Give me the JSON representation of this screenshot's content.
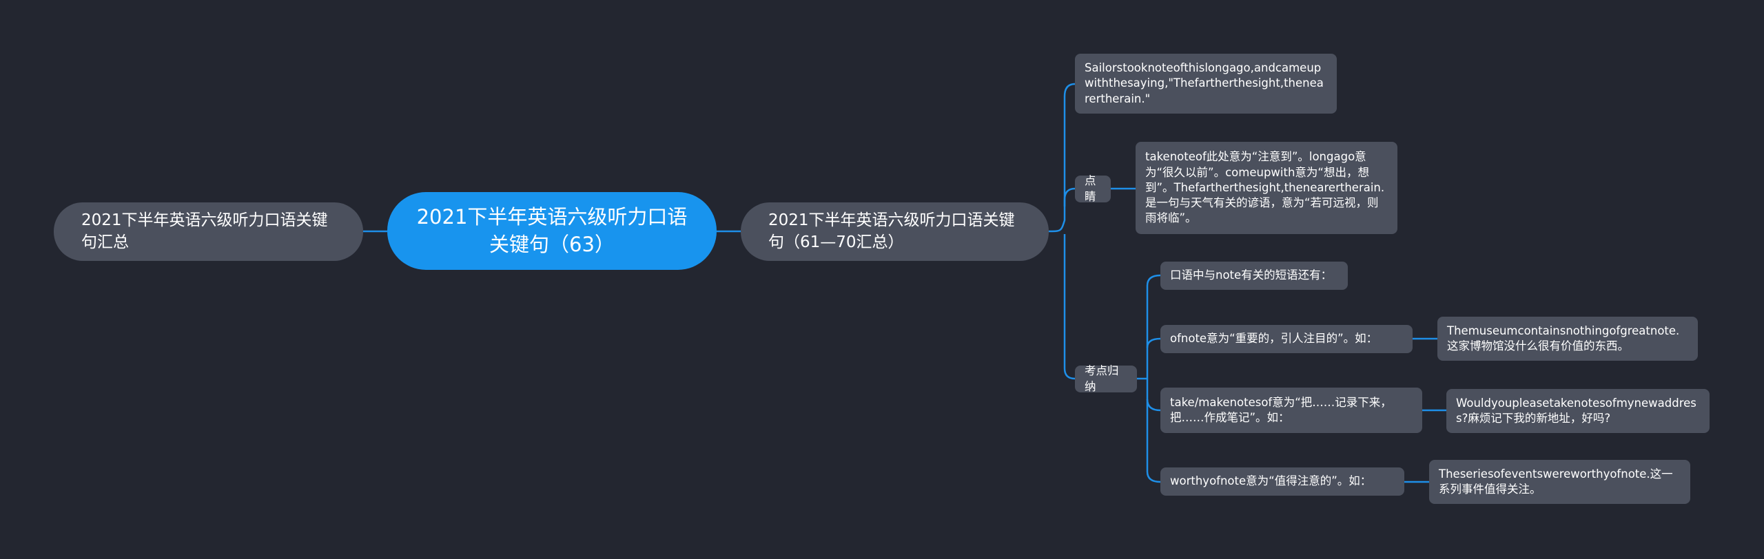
{
  "root": {
    "label": "2021下半年英语六级听力口语关键句（63）"
  },
  "left": {
    "label": "2021下半年英语六级听力口语关键句汇总"
  },
  "right": {
    "label": "2021下半年英语六级听力口语关键句（61—70汇总）",
    "children": [
      {
        "label": "Sailorstooknoteofthislongago,andcameupwiththesaying,\"Thefartherthesight,thenearertherain.\""
      },
      {
        "label": "点睛",
        "detail": "takenoteof此处意为“注意到”。longago意为“很久以前”。comeupwith意为“想出，想到”。Thefartherthesight,thenearertherain.是一句与天气有关的谚语，意为“若可远视，则雨将临”。"
      },
      {
        "label": "考点归纳",
        "children": [
          {
            "label": "口语中与note有关的短语还有："
          },
          {
            "label": "ofnote意为“重要的，引人注目的”。如：",
            "example": "Themuseumcontainsnothingofgreatnote.这家博物馆没什么很有价值的东西。"
          },
          {
            "label": "take/makenotesof意为“把……记录下来，把……作成笔记”。如：",
            "example": "Wouldyoupleasetakenotesofmynewaddress?麻烦记下我的新地址，好吗?"
          },
          {
            "label": "worthyofnote意为“值得注意的”。如：",
            "example": "Theseriesofeventswereworthyofnote.这一系列事件值得关注。"
          }
        ]
      }
    ]
  },
  "colors": {
    "background": "#232630",
    "node": "#4b505d",
    "root": "#1894ee",
    "line": "#1e8fe8"
  }
}
